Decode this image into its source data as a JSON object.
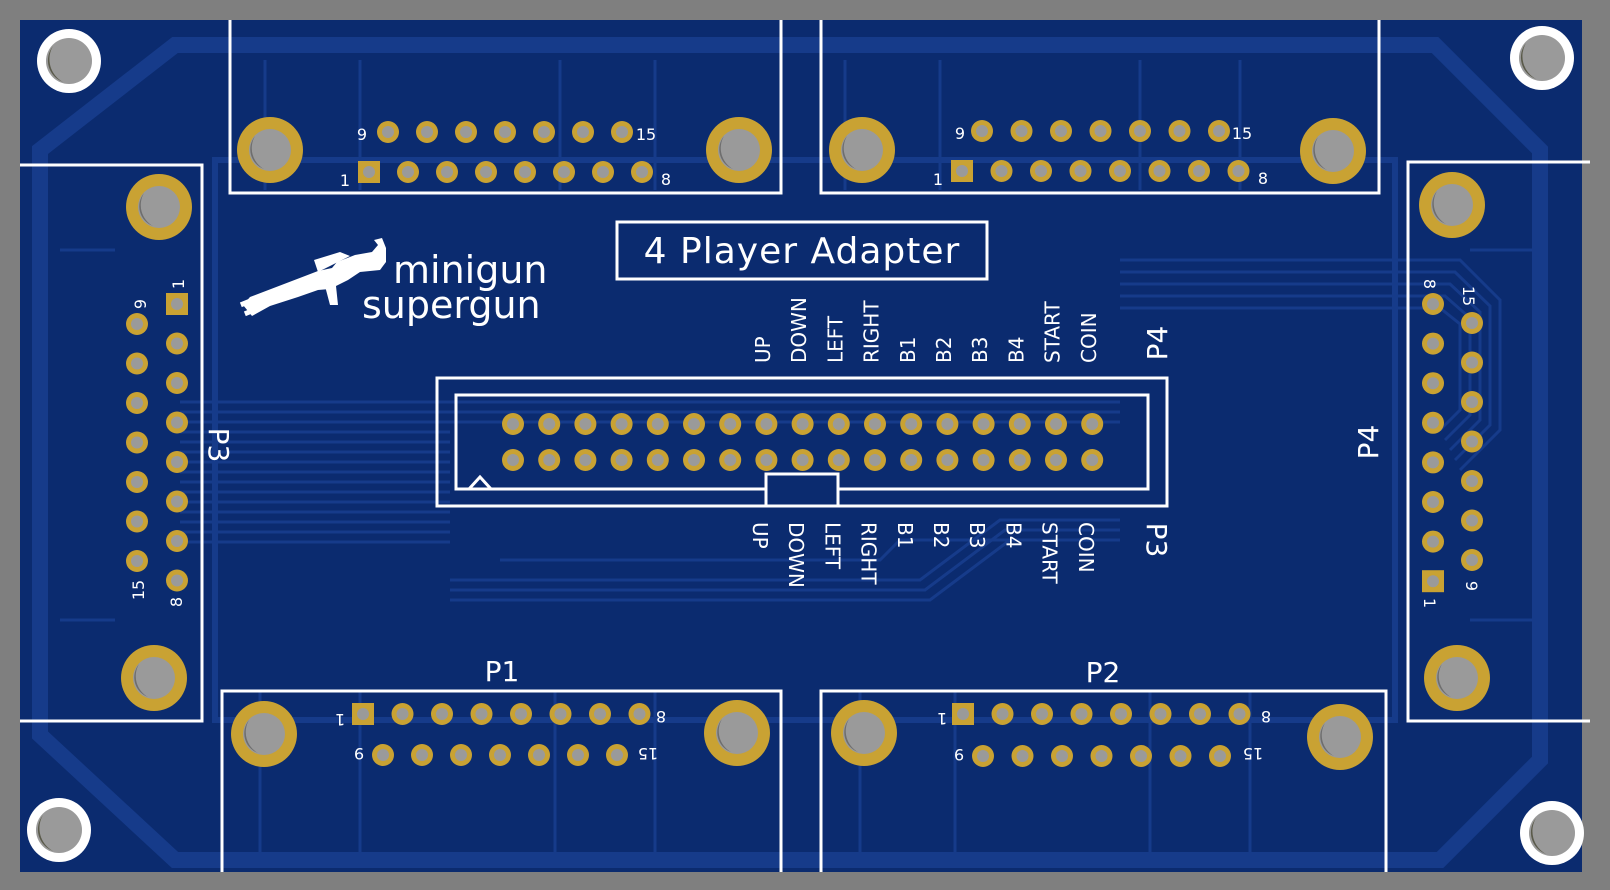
{
  "board": {
    "title": "4 Player Adapter",
    "logo_line1": "minigun",
    "logo_line2": "supergun",
    "colors": {
      "background": "#7f7f7f",
      "board": "#0b2b6f",
      "trace": "#163b8a",
      "pad": "#c9a233",
      "hole": "#9a9a9a",
      "silkscreen": "#ffffff"
    }
  },
  "connectors": {
    "top_left": {
      "pin_a": "9",
      "pin_b": "15",
      "pin_c": "1",
      "pin_d": "8"
    },
    "top_right": {
      "pin_a": "9",
      "pin_b": "15",
      "pin_c": "1",
      "pin_d": "8"
    },
    "left": {
      "label": "P3",
      "pin_a": "9",
      "pin_b": "1",
      "pin_c": "15",
      "pin_d": "8"
    },
    "right": {
      "label": "P4",
      "pin_a": "8",
      "pin_b": "15",
      "pin_c": "1",
      "pin_d": "9"
    },
    "bottom_left": {
      "label": "P1",
      "pin_a": "1",
      "pin_b": "8",
      "pin_c": "9",
      "pin_d": "15"
    },
    "bottom_right": {
      "label": "P2",
      "pin_a": "1",
      "pin_b": "8",
      "pin_c": "9",
      "pin_d": "15"
    }
  },
  "header": {
    "top_label": "P4",
    "bottom_label": "P3",
    "signals": [
      "UP",
      "DOWN",
      "LEFT",
      "RIGHT",
      "B1",
      "B2",
      "B3",
      "B4",
      "START",
      "COIN"
    ]
  }
}
